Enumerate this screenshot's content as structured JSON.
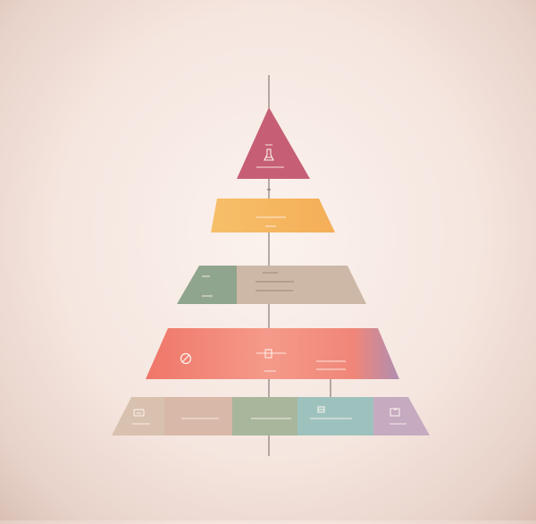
{
  "diagram": {
    "top_caption": "",
    "bottom_caption": "",
    "levels": [
      {
        "name": "level-1",
        "color": "#c65f76"
      },
      {
        "name": "level-2",
        "color": "#f5b45f"
      },
      {
        "name": "level-3",
        "colors": [
          "#8fa58d",
          "#cdb8a7"
        ]
      },
      {
        "name": "level-4",
        "colors": [
          "#ef7669",
          "#f59a8a",
          "#b08eb1"
        ]
      },
      {
        "name": "level-5",
        "colors": [
          "#d9c1af",
          "#d8b8a8",
          "#a8b69c",
          "#9dc2bd",
          "#c5aac0"
        ]
      }
    ],
    "icons": [
      "flask-icon",
      "gear-icon",
      "clipboard-icon",
      "pie-icon",
      "hat-icon",
      "box-icon"
    ]
  }
}
